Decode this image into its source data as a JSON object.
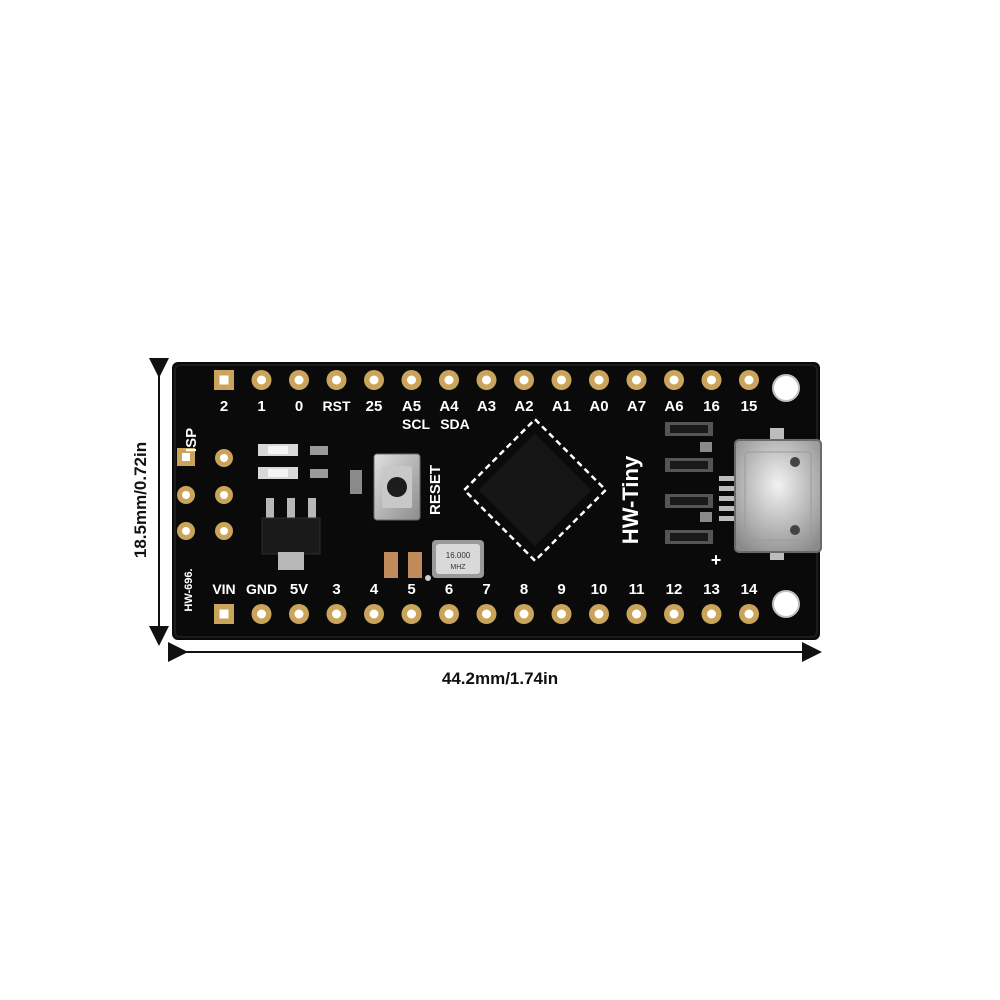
{
  "board": {
    "model": "HW-Tiny",
    "code": "HW-696.",
    "isp_label": "ISP",
    "reset_label": "RESET",
    "i2c_labels": [
      "SCL",
      "SDA"
    ],
    "crystal_text": [
      "16.000",
      "MHZ"
    ],
    "top_pin_labels": [
      "2",
      "1",
      "0",
      "RST",
      "25",
      "A5",
      "A4",
      "A3",
      "A2",
      "A1",
      "A0",
      "A7",
      "A6",
      "16",
      "15"
    ],
    "bottom_pin_labels": [
      "VIN",
      "GND",
      "5V",
      "3",
      "4",
      "5",
      "6",
      "7",
      "8",
      "9",
      "10",
      "11",
      "12",
      "13",
      "14"
    ],
    "plus_mark": "+"
  },
  "dimensions": {
    "width_label": "44.2mm/1.74in",
    "height_label": "18.5mm/0.72in"
  },
  "colors": {
    "pcb": "#0a0a0a",
    "pad_gold": "#c9a45a",
    "silkscreen": "#ffffff",
    "background": "#ffffff"
  }
}
